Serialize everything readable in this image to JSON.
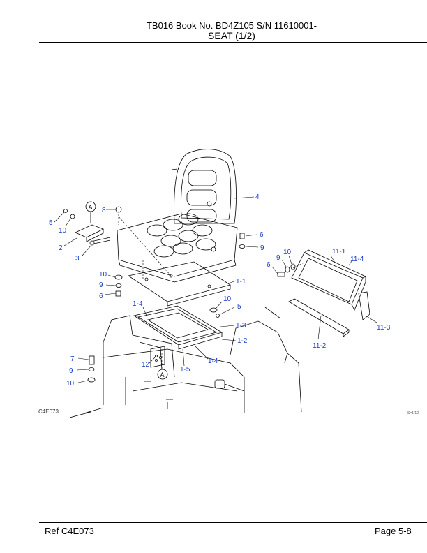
{
  "header": {
    "line1": "TB016  Book No. BD4Z105  S/N 11610001-",
    "line2": "SEAT (1/2)"
  },
  "figure": {
    "code": "C4E073",
    "scale_mark": "S=1/12",
    "view_marker": "A",
    "callouts": {
      "c4": "4",
      "c8": "8",
      "c5a": "5",
      "c10a": "10",
      "c2": "2",
      "c3": "3",
      "c6a": "6",
      "c9a": "9",
      "c10b": "10",
      "c9b": "9",
      "c6b": "6",
      "c1_1": "1-1",
      "c10c": "10",
      "c5b": "5",
      "c1_4a": "1-4",
      "c1_3": "1-3",
      "c1_2": "1-2",
      "c1_4b": "1-4",
      "c1_5": "1-5",
      "c7": "7",
      "c9c": "9",
      "c10d": "10",
      "c12": "12",
      "c11_1": "11-1",
      "c11_4": "11-4",
      "c9d": "9",
      "c10e": "10",
      "c6c": "6",
      "c11_3": "11-3",
      "c11_2": "11-2"
    }
  },
  "footer": {
    "ref": "Ref   C4E073",
    "page": "Page   5-8"
  }
}
